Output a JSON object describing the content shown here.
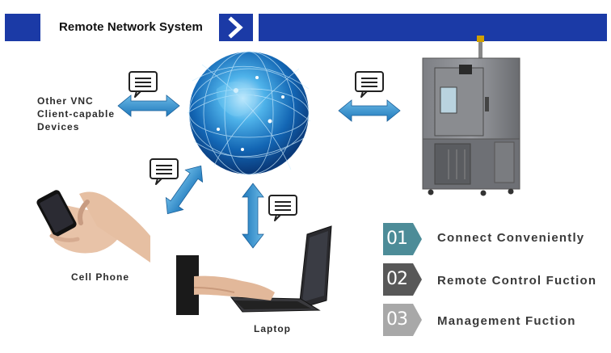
{
  "header": {
    "title": "Remote Network System"
  },
  "nodes": {
    "vnc_label_lines": [
      "Other VNC",
      "Client-capable",
      "Devices"
    ],
    "cell_phone_label": "Cell Phone",
    "laptop_label": "Laptop"
  },
  "features": [
    {
      "number": "01",
      "text": "Connect Conveniently",
      "color": "#4d8c98"
    },
    {
      "number": "02",
      "text": "Remote Control Fuction",
      "color": "#585858"
    },
    {
      "number": "03",
      "text": "Management Fuction",
      "color": "#a8a8a8"
    }
  ],
  "colors": {
    "banner": "#1b3aa6",
    "arrow": "#2f87c6"
  },
  "icons": [
    "chevron-right-icon",
    "globe-icon",
    "chat-bubble-icon",
    "double-arrow-icon",
    "phone-icon",
    "laptop-icon",
    "test-chamber-icon"
  ]
}
